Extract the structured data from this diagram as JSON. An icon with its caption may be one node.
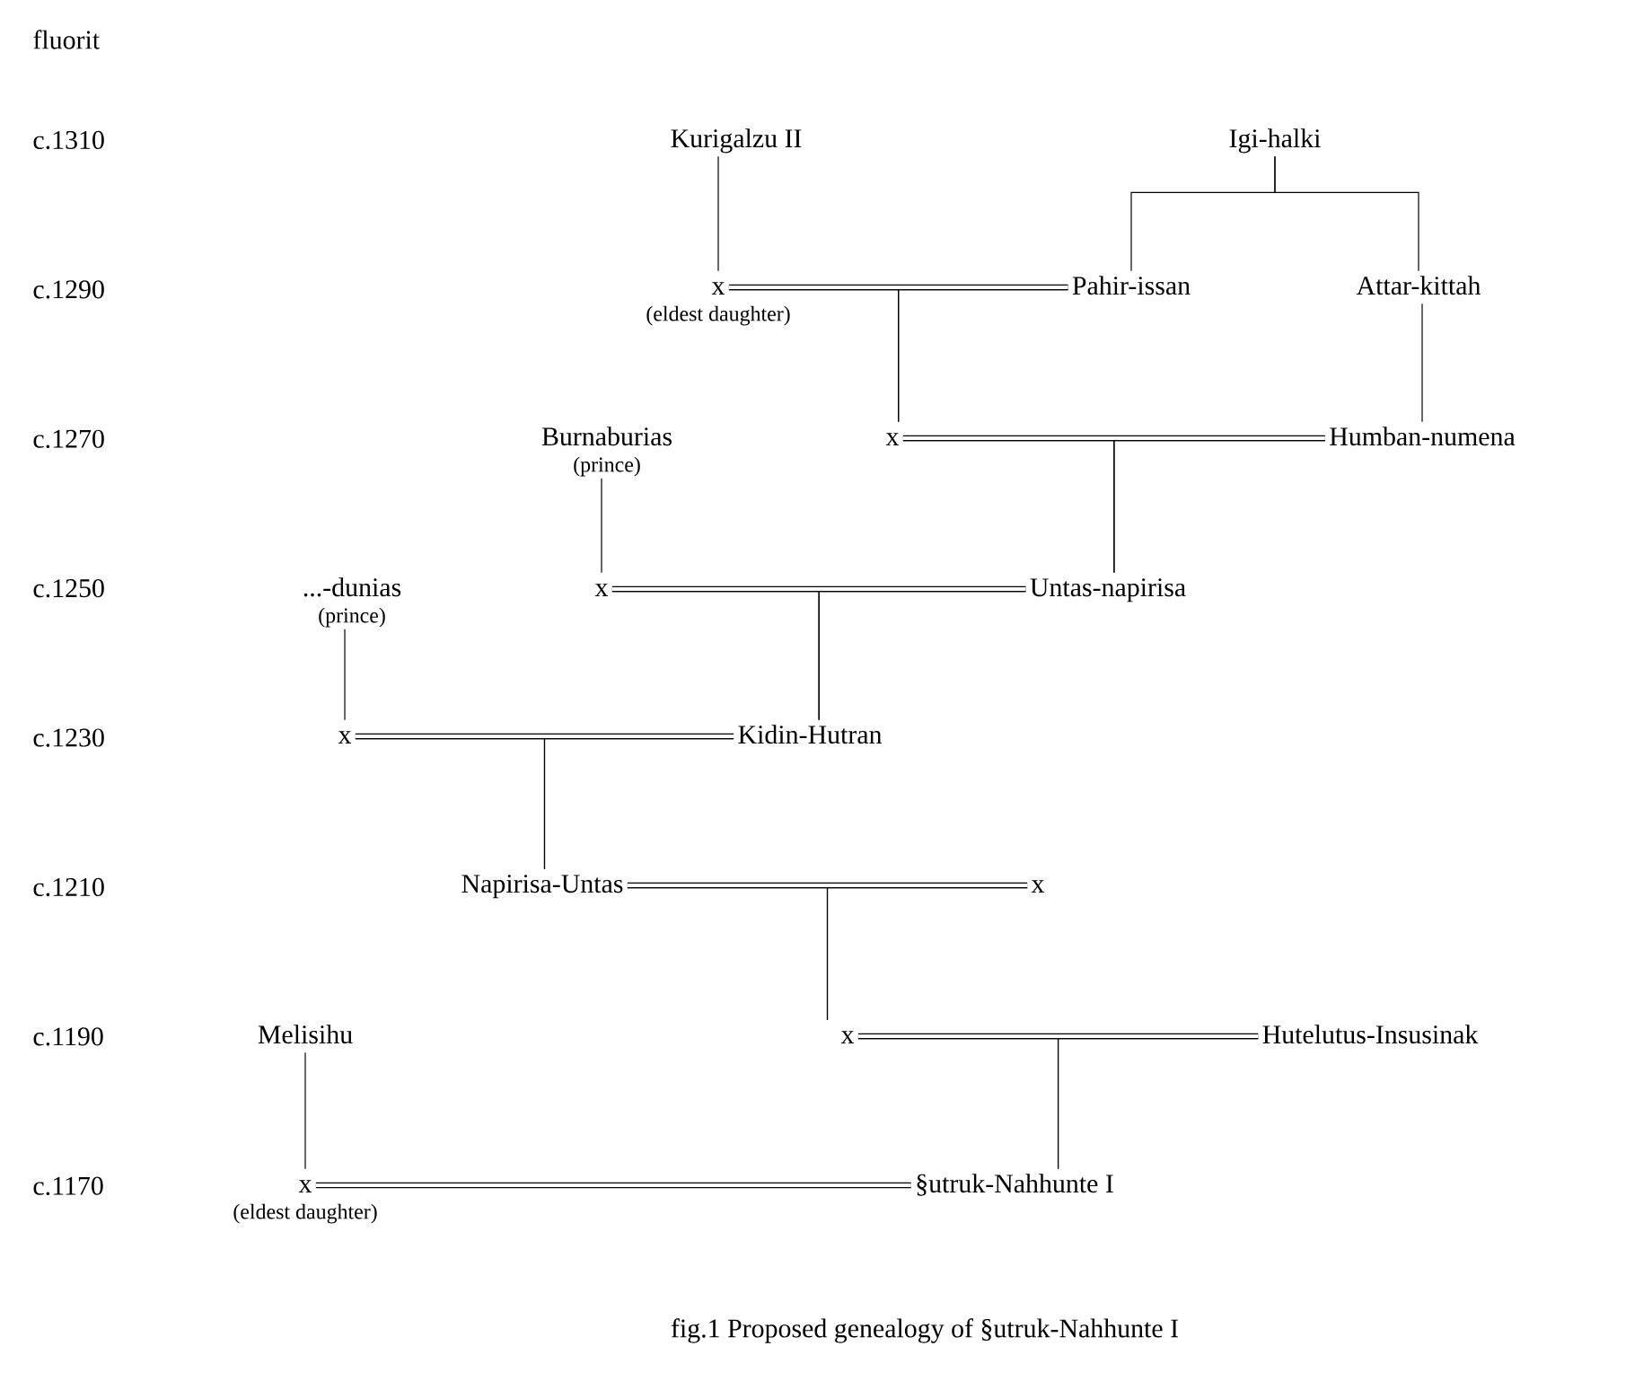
{
  "diagram": {
    "caption": "fig.1   Proposed genealogy of §utruk-Nahhunte I",
    "nodes": [
      {
        "text": [
          "Kurigalzu II"
        ]
      },
      {
        "text": [
          "Igi-halki"
        ]
      },
      {
        "text": [
          "x"
        ],
        "beside": [
          "(eldest daughter)"
        ]
      },
      {
        "text": [
          "Pahir-issan"
        ]
      },
      {
        "text": [
          "Attar-kittah"
        ]
      },
      {
        "text": [
          "Burnaburias"
        ],
        "beside": [
          "(prince)"
        ]
      },
      {
        "text": [
          "x"
        ]
      },
      {
        "text": [
          "Humban-numena"
        ]
      },
      {
        "text": [
          "...-dunias"
        ],
        "beside": [
          "(prince)"
        ]
      },
      {
        "text": [
          "x"
        ]
      },
      {
        "text": [
          "Untas-napirisa"
        ]
      },
      {
        "text": [
          "x"
        ]
      },
      {
        "text": [
          "Kidin-Hutran"
        ]
      },
      {
        "text": [
          "Napirisa-Untas"
        ]
      },
      {
        "text": [
          "x"
        ]
      },
      {
        "text": [
          "Melisihu"
        ]
      },
      {
        "text": [
          "x"
        ]
      },
      {
        "text": [
          "Hutelutus-Insusinak"
        ]
      },
      {
        "text": [
          "x"
        ],
        "beside": [
          "(eldest daughter)"
        ]
      },
      {
        "text": [
          "§utruk-Nahhunte I"
        ]
      }
    ],
    "edges": [
      {
        "from": 0,
        "to": 2,
        "arrow": "none"
      },
      {
        "from": 1,
        "to": 3,
        "arrow": "none"
      },
      {
        "from": 1,
        "to": 4,
        "arrow": "none"
      },
      {
        "from": 2,
        "to": 3,
        "arrow": "none",
        "style": "thick"
      },
      {
        "from": 2,
        "to": 6,
        "arrow": "none"
      },
      {
        "from": 3,
        "to": 6,
        "arrow": "none"
      },
      {
        "from": 4,
        "to": 7,
        "arrow": "none"
      },
      {
        "from": 6,
        "to": 7,
        "arrow": "none",
        "style": "thick"
      },
      {
        "from": 6,
        "to": 10,
        "arrow": "none"
      },
      {
        "from": 7,
        "to": 10,
        "arrow": "none"
      },
      {
        "from": 5,
        "to": 9,
        "arrow": "none"
      },
      {
        "from": 9,
        "to": 10,
        "arrow": "none",
        "style": "thick"
      },
      {
        "from": 9,
        "to": 12,
        "arrow": "none"
      },
      {
        "from": 10,
        "to": 12,
        "arrow": "none"
      },
      {
        "from": 8,
        "to": 11,
        "arrow": "none"
      },
      {
        "from": 11,
        "to": 12,
        "arrow": "none",
        "style": "thick"
      },
      {
        "from": 11,
        "to": 13,
        "arrow": "none"
      },
      {
        "from": 12,
        "to": 13,
        "arrow": "none"
      },
      {
        "from": 13,
        "to": 14,
        "arrow": "none",
        "style": "thick"
      },
      {
        "from": 13,
        "to": 16,
        "arrow": "none"
      },
      {
        "from": 14,
        "to": 16,
        "arrow": "none"
      },
      {
        "from": 16,
        "to": 17,
        "arrow": "none",
        "style": "thick"
      },
      {
        "from": 16,
        "to": 19,
        "arrow": "none"
      },
      {
        "from": 17,
        "to": 19,
        "arrow": "none"
      },
      {
        "from": 15,
        "to": 18,
        "arrow": "none"
      },
      {
        "from": 18,
        "to": 19,
        "arrow": "none",
        "style": "thick"
      }
    ],
    "labels": [
      "fluorit",
      "c.1310",
      "c.1290",
      "c.1270",
      "c.1250",
      "c.1230",
      "c.1210",
      "c.1190",
      "c.1170"
    ]
  }
}
